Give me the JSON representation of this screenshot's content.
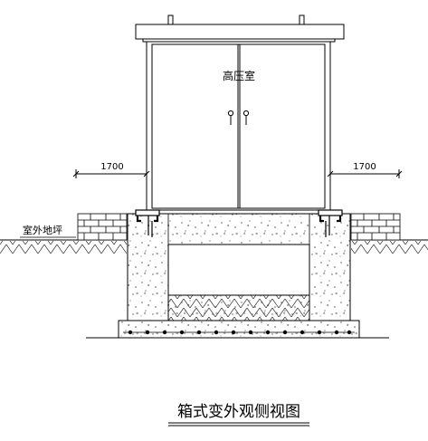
{
  "labels": {
    "room": "高压室",
    "ground": "室外地坪",
    "dim_left": "1700",
    "dim_right": "1700",
    "title": "箱式变外观侧视图"
  }
}
